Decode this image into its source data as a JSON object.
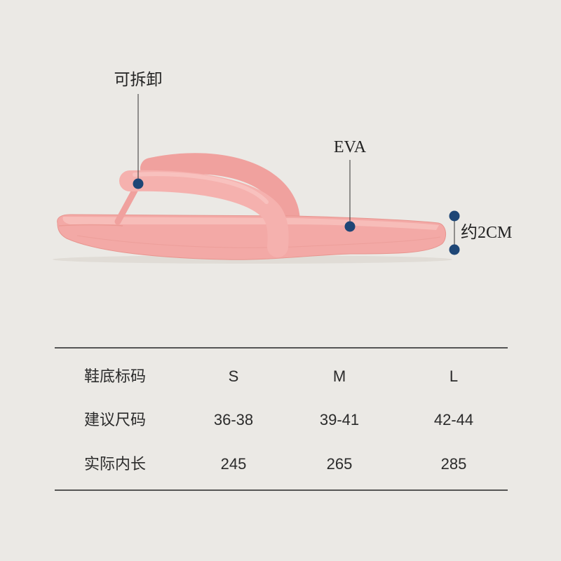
{
  "annotations": {
    "detachable": "可拆卸",
    "material": "EVA",
    "thickness": "约2CM"
  },
  "table": {
    "rows": [
      {
        "label": "鞋底标码",
        "values": [
          "S",
          "M",
          "L"
        ]
      },
      {
        "label": "建议尺码",
        "values": [
          "36-38",
          "39-41",
          "42-44"
        ]
      },
      {
        "label": "实际内长",
        "values": [
          "245",
          "265",
          "285"
        ]
      }
    ]
  },
  "colors": {
    "background": "#ebe9e5",
    "product_pink": "#f3a9a6",
    "marker": "#1e4676",
    "rule": "#555555",
    "text": "#2b2b2b"
  }
}
